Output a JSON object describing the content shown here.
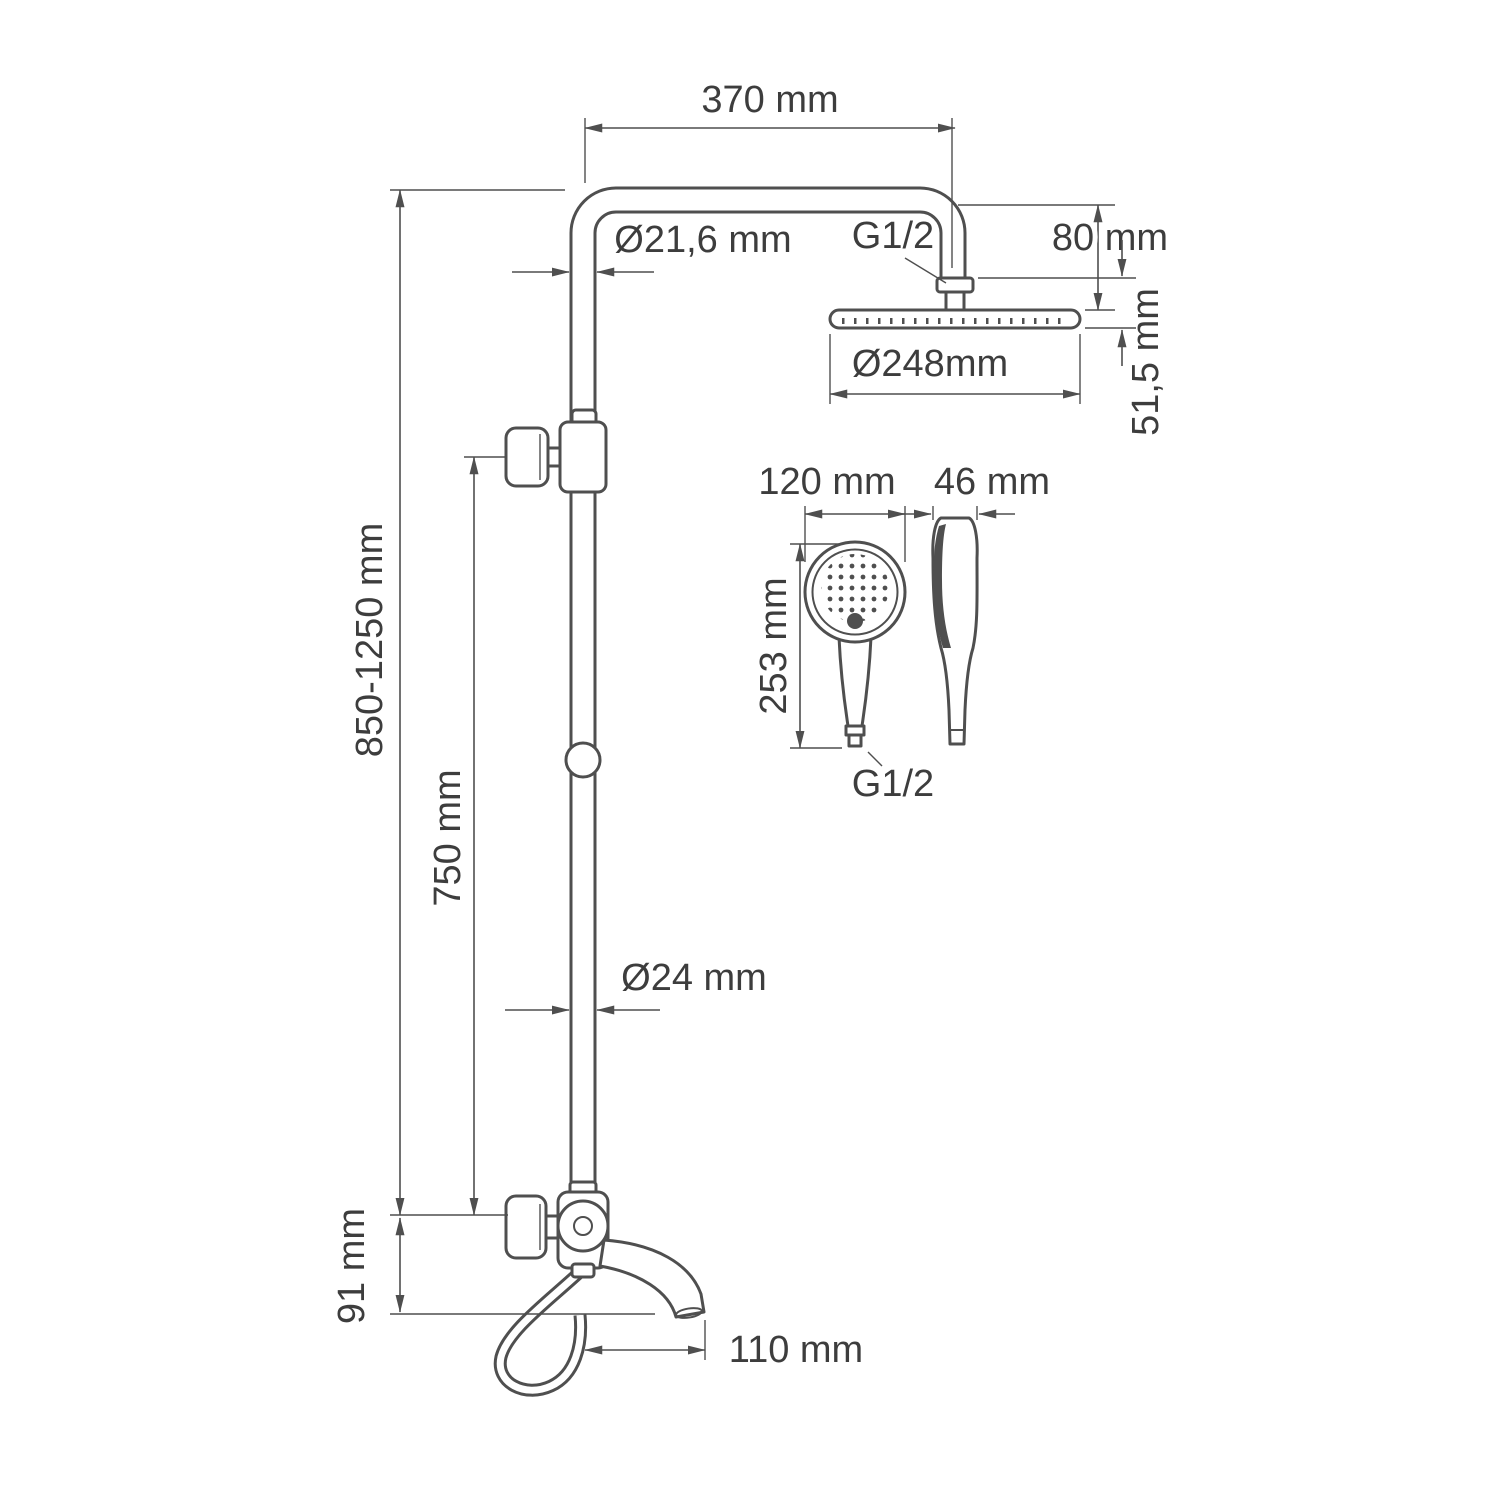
{
  "diagram": {
    "type": "technical-drawing",
    "subject": "Shower column system dimensional drawing",
    "colors": {
      "line": "#4f4f4f",
      "text": "#3d3d3d",
      "background": "#ffffff"
    },
    "dimensions": {
      "arm_length": "370 mm",
      "riser_top_diameter": "Ø21,6 mm",
      "rain_head_thread": "G1/2",
      "rain_head_drop": "80 mm",
      "rain_head_diameter": "Ø248mm",
      "rain_head_height": "51,5 mm",
      "hand_shower_width": "120 mm",
      "hand_shower_depth": "46 mm",
      "hand_shower_length": "253 mm",
      "hand_shower_thread": "G1/2",
      "column_height": "850-1250 mm",
      "slide_height": "750 mm",
      "riser_diameter": "Ø24 mm",
      "spout_height": "91 mm",
      "spout_reach": "110 mm"
    }
  }
}
